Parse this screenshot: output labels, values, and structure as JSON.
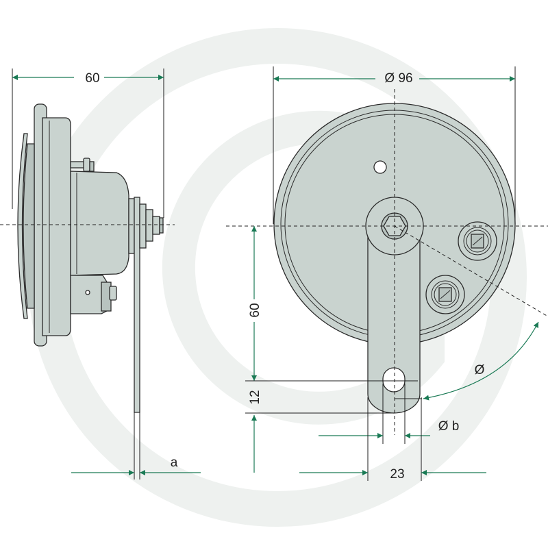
{
  "colors": {
    "dimension_arrow": "#1a7a55",
    "part_fill": "#c9d3cf",
    "part_fill_dark": "#b8c3bf",
    "watermark": "#eef1ef",
    "outline": "#2a2a2a"
  },
  "watermark": {
    "icon": "g-logo-watermark"
  },
  "labels": {
    "side_width": "60",
    "diameter": "Ø 96",
    "vertical_60": "60",
    "vertical_12": "12",
    "hole_dia": "Ø b",
    "bracket_width": "23",
    "bracket_thickness": "a",
    "angle": "Ø"
  }
}
